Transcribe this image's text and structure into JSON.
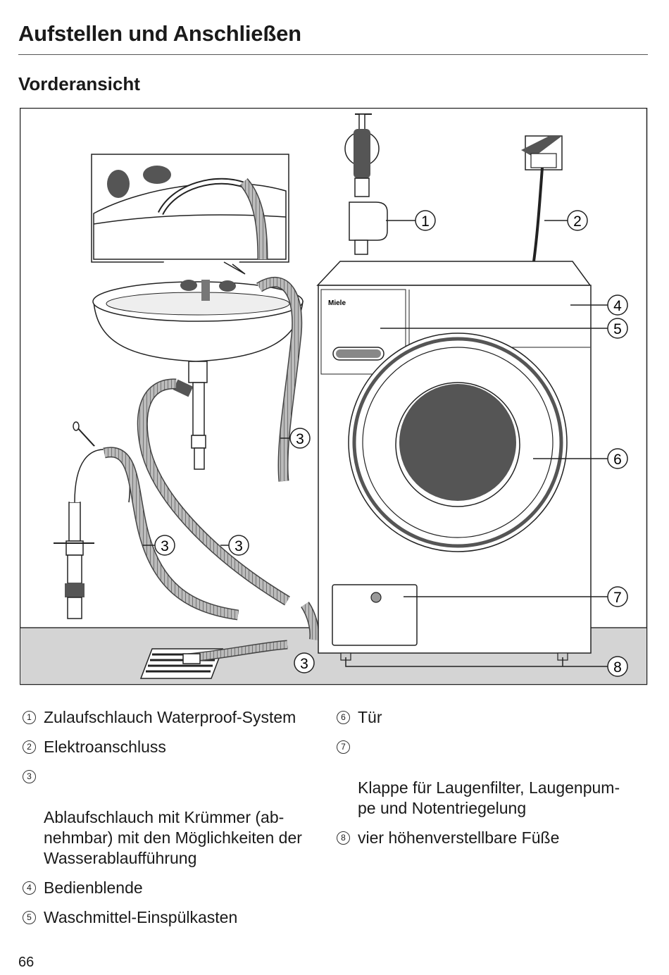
{
  "header": {
    "title": "Aufstellen und Anschließen"
  },
  "section": {
    "title": "Vorderansicht"
  },
  "figure": {
    "brand_label": "Miele",
    "callouts": [
      "1",
      "2",
      "3",
      "4",
      "5",
      "6",
      "7",
      "8"
    ]
  },
  "legend": {
    "left": [
      {
        "num": "1",
        "text": "Zulaufschlauch Waterproof-System"
      },
      {
        "num": "2",
        "text": "Elektroanschluss"
      },
      {
        "num": "3",
        "text": "Ablaufschlauch mit Krümmer (ab-\nnehmbar) mit den Möglichkeiten der\nWasserablaufführung"
      },
      {
        "num": "4",
        "text": "Bedienblende"
      },
      {
        "num": "5",
        "text": "Waschmittel-Einspülkasten"
      }
    ],
    "right": [
      {
        "num": "6",
        "text": "Tür"
      },
      {
        "num": "7",
        "text": "Klappe für Laugenfilter, Laugenpum-\npe und Notentriegelung"
      },
      {
        "num": "8",
        "text": "vier höhenverstellbare Füße"
      }
    ]
  },
  "footer": {
    "page_number": "66"
  }
}
